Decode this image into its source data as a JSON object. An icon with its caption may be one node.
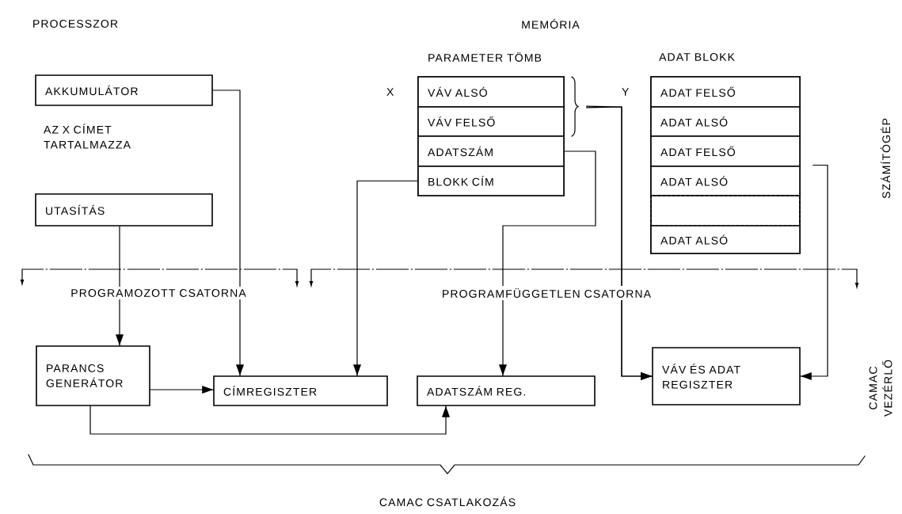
{
  "diagram": {
    "nodes": [
      {
        "text": [
          "AKKUMULÁTOR"
        ],
        "beside": [
          "AZ X CÍMET TARTALMAZZA"
        ]
      },
      {
        "text": [
          "UTASÍTÁS"
        ]
      },
      {
        "text": [
          "PARAMETER TÖMB"
        ]
      },
      {
        "text": [
          "VÁV ALSÓ"
        ],
        "in": 2,
        "beside": [
          "X"
        ]
      },
      {
        "text": [
          "VÁV FELSŐ"
        ],
        "in": 2
      },
      {
        "text": [
          "ADATSZÁM"
        ],
        "in": 2
      },
      {
        "text": [
          "BLOKK CÍM"
        ],
        "in": 2
      },
      {
        "text": [
          "ADAT BLOKK"
        ]
      },
      {
        "text": [
          "ADAT FELSŐ"
        ],
        "in": 7,
        "beside": [
          "Y"
        ]
      },
      {
        "text": [
          "ADAT ALSÓ"
        ],
        "in": 7
      },
      {
        "text": [
          "ADAT FELSŐ"
        ],
        "in": 7
      },
      {
        "text": [
          "ADAT ALSÓ"
        ],
        "in": 7
      },
      {
        "text": [],
        "shape": "box",
        "in": 7
      },
      {
        "text": [
          "ADAT ALSÓ"
        ],
        "in": 7
      },
      {
        "text": [
          "PARANCS GENERÁTOR"
        ]
      },
      {
        "text": [
          "CÍMREGISZTER"
        ]
      },
      {
        "text": [
          "ADATSZÁM REG."
        ]
      },
      {
        "text": [
          "VÁV ÉS ADAT REGISZTER"
        ]
      }
    ],
    "edges": [
      {
        "from": 0,
        "to": 15,
        "arrow": "to"
      },
      {
        "from": 1,
        "to": 14,
        "arrow": "to"
      },
      {
        "from": 3,
        "to": 17,
        "arrow": "to"
      },
      {
        "from": 4,
        "to": 17,
        "arrow": "to"
      },
      {
        "from": 5,
        "to": 16,
        "arrow": "to"
      },
      {
        "from": 6,
        "to": 15,
        "arrow": "to"
      },
      {
        "from": 7,
        "to": 17,
        "arrow": "to"
      },
      {
        "from": 14,
        "to": 15,
        "arrow": "to"
      },
      {
        "from": 14,
        "to": 16,
        "arrow": "to"
      }
    ],
    "labels": [
      "PROCESSZOR",
      "MEMÓRIA",
      "SZÁMÍTÓGÉP",
      "PROGRAMOZOTT CSATORNA",
      "PROGRAMFÜGGETLEN CSATORNA",
      "CAMAC VEZÉRLŐ",
      "CAMAC CSATLAKOZÁS"
    ]
  }
}
